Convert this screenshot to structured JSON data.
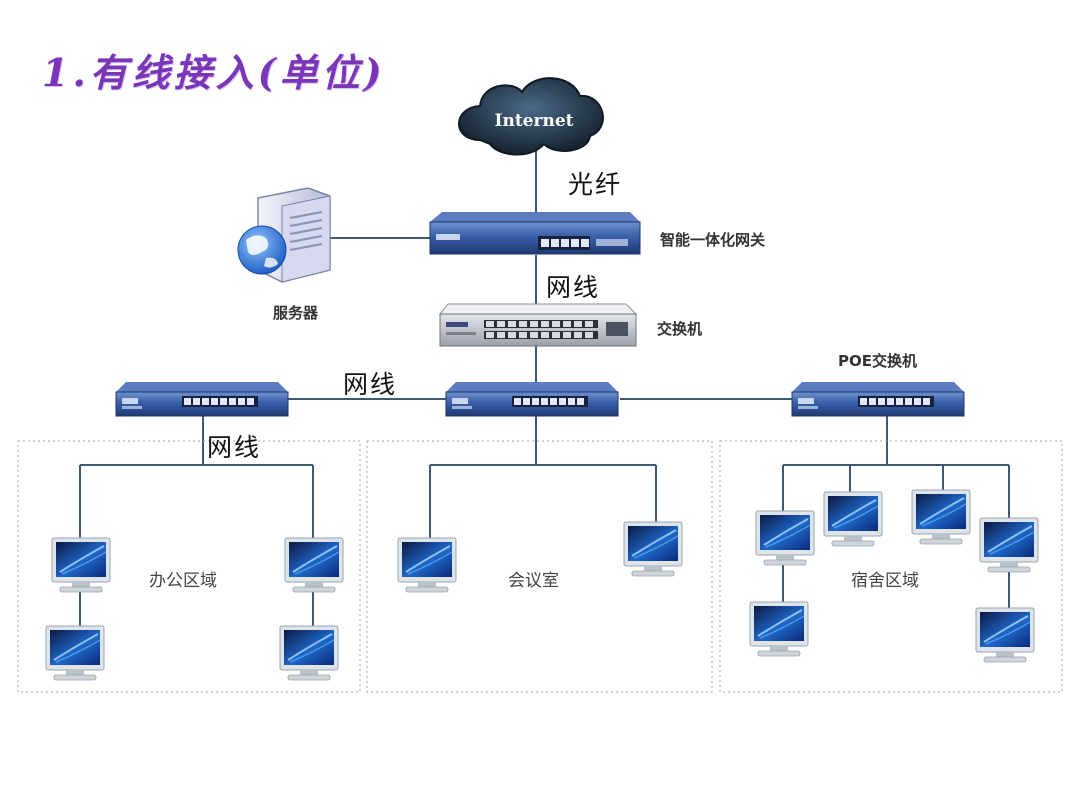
{
  "title": "1.有线接入(单位)",
  "internet": "Internet",
  "links": {
    "fiber": "光纤",
    "cable_gateway_switch": "网线",
    "cable_switches": "网线",
    "cable_office": "网线"
  },
  "devices": {
    "gateway": "智能一体化网关",
    "core_switch": "交换机",
    "server": "服务器",
    "poe_switch": "POE交换机"
  },
  "areas": {
    "office": "办公区域",
    "meeting": "会议室",
    "dorm": "宿舍区域"
  },
  "colors": {
    "title": "#7a35b8",
    "line": "#3f5876",
    "device_blue": "#2e4a86",
    "cloud": "#1f3246"
  }
}
